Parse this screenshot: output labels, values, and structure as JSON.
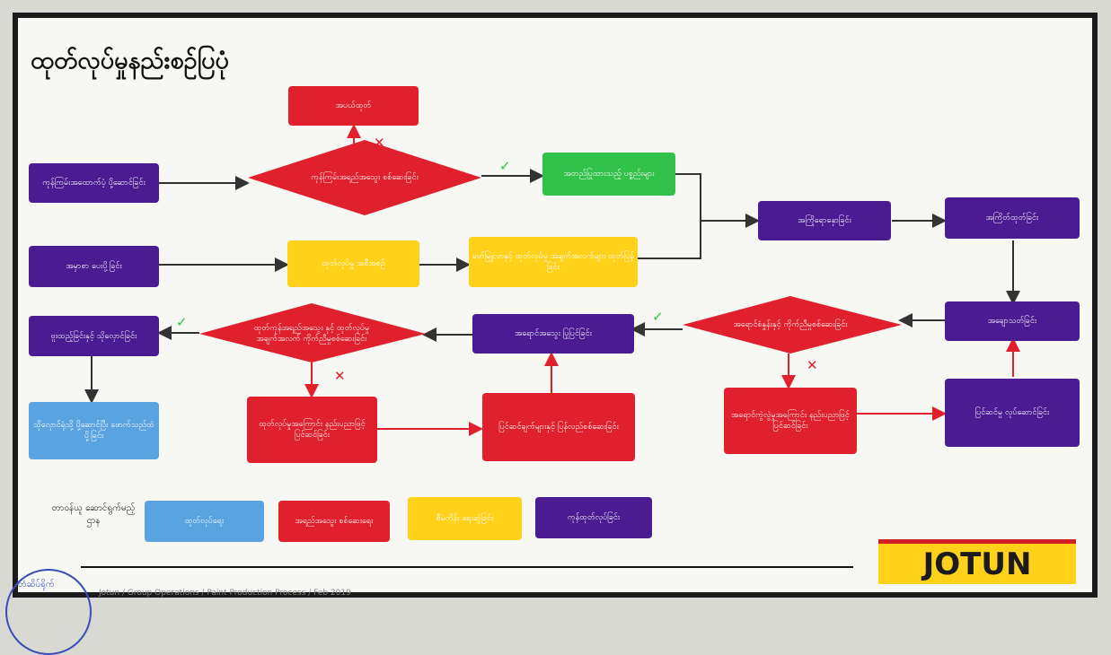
{
  "title": "ထုတ်လုပ်မှုနည်းစဉ်ပြပုံ",
  "boxes": {
    "reject": "အပယ်ထုတ်",
    "raw_receive": "ကုန်ကြမ်းအထောက်ပံ့ ပို့ဆောင်ခြင်း",
    "approved_material": "အတည်ပြုထားသည့် ပစ္စည်းများ",
    "make_mix": "အကြိုရောနှောခြင်း",
    "grind": "အကြိတ်ထုတ်ခြင်း",
    "order": "အမှာစာ ပေးပို့ခြင်း",
    "plan": "ထုတ်လုပ်မှု အစီအစဉ်",
    "formula": "ဖော်မြူလာနှင့် ထုတ်လုပ်မှု အချက်အလက်များ ထုတ်ပြန်ခြင်း",
    "finishing": "အချောသတ်ခြင်း",
    "pack": "ဗူးထည့်ခြင်းနှင့် သိုလှောင်ခြင်း",
    "release": "အရောင်အသွေး ပြုပြင်ခြင်း",
    "warehouse": "သိုလှောင်ရုံသို့ ပို့ဆောင်ပြီး ဖောက်သည်ထံ ပို့ခြင်း",
    "fix_prod": "ထုတ်လုပ်မှုအကြောင်း နည်းပညာဖြင့် ပြင်ဆင်ခြင်း",
    "adjust": "ပြင်ဆင်ချက်များနှင့် ပြန်လည်စစ်ဆေးခြင်း",
    "fix_qc": "အရောင်ကွဲလွဲမှုအကြောင်း နည်းပညာဖြင့် ပြင်ဆင်ခြင်း",
    "tint": "ပြင်ဆင်မှု လုပ်ဆောင်ခြင်း"
  },
  "diamonds": {
    "raw_check": "ကုန်ကြမ်းအရည်အသွေး စစ်ဆေးခြင်း",
    "final_check": "ထုတ်ကုန်အရည်အသွေး နှင့် ထုတ်လုပ်မှုအချက်အလက် ကိုက်ညီမှုစစ်ဆေးခြင်း",
    "color_check": "အရောင်စံနှုန်းနှင့် ကိုက်ညီမှုစစ်ဆေးခြင်း"
  },
  "marks": {
    "yes": "✓",
    "no": "✕"
  },
  "legend": {
    "label": "တာဝန်ယူ ဆောင်ရွက်မည့်ဌာန",
    "items": [
      "ထုတ်လုပ်ရေး",
      "အရည်အသွေး စစ်ဆေးရေး",
      "စီမံကိန်း ရေးဆွဲခြင်း",
      "ကုန်ထုတ်လုပ်ခြင်း"
    ]
  },
  "footer": "Jotun / Group Operations / Paint Production Process / Feb 2019",
  "logo": "JOTUN",
  "stamp": "တံဆိပ်ရိုက်",
  "colors": {
    "red": "#e0202c",
    "yellow": "#ffd11a",
    "purple": "#4a1b91",
    "green": "#32c14a",
    "blue": "#59a4e0"
  }
}
